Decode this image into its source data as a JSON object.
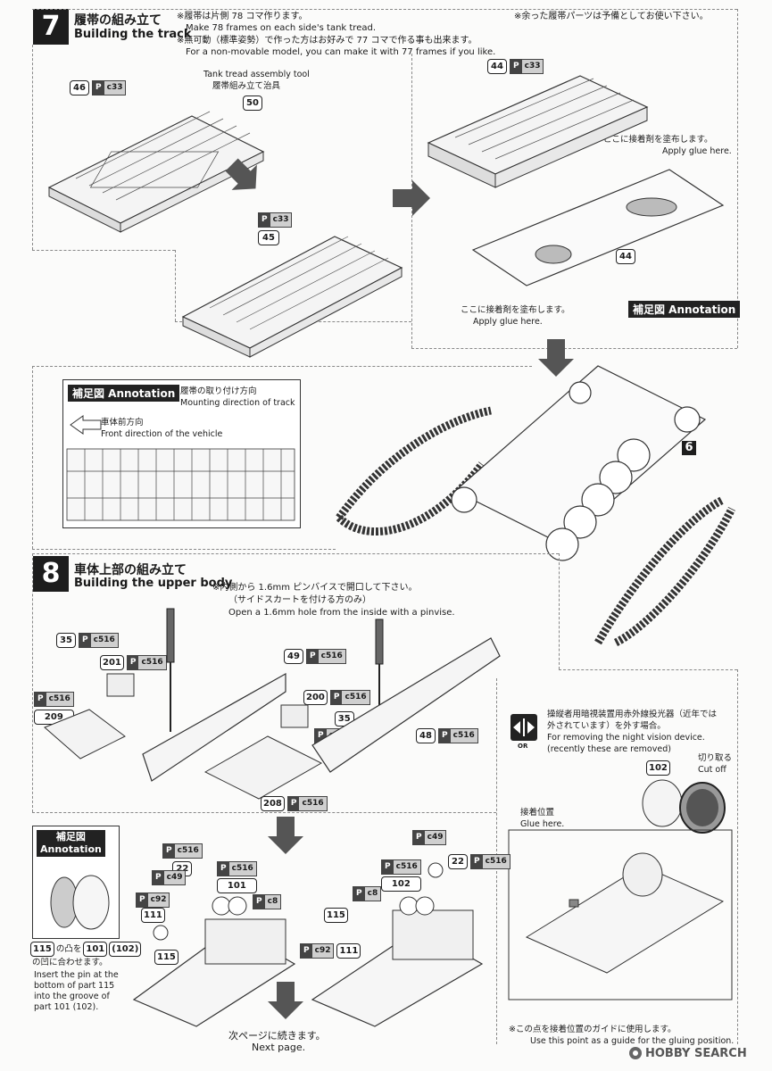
{
  "step7": {
    "number": "7",
    "title_ja": "履帯の組み立て",
    "title_en": "Building the track",
    "note1_ja": "※履帯は片側 78 コマ作ります。",
    "note1_en": "Make 78 frames on each side's tank tread.",
    "note2_ja": "※無可動（標準姿勢）で作った方はお好みで 77 コマで作る事も出来ます。",
    "note2_en": "For a non-movable model, you can make it with 77 frames if you like.",
    "note3_ja": "※余った履帯パーツは予備としてお使い下さい。",
    "tool_en": "Tank tread assembly tool",
    "tool_ja": "履帯組み立て治具",
    "tool_part": "50",
    "glue1_ja": "ここに接着剤を塗布します。",
    "glue1_en": "Apply glue here.",
    "glue2_ja": "ここに接着剤を塗布します。",
    "glue2_en": "Apply glue here.",
    "annotation_label": "補足図 Annotation",
    "mount_ja": "履帯の取り付け方向",
    "mount_en": "Mounting direction of track",
    "front_ja": "車体前方向",
    "front_en": "Front direction of the vehicle",
    "ref_step": "6",
    "parts": {
      "p46": "46",
      "p45": "45",
      "p44a": "44",
      "p44b": "44",
      "c33": "c33"
    }
  },
  "step8": {
    "number": "8",
    "title_ja": "車体上部の組み立て",
    "title_en": "Building the upper body",
    "note1_ja": "※内側から 1.6mm ピンバイスで開口して下さい。",
    "note2_ja": "（サイドスカートを付ける方のみ）",
    "note_en": "Open a 1.6mm hole from the inside with a pinvise.",
    "night_ja1": "操縦者用暗視装置用赤外線投光器（近年では",
    "night_ja2": "外されています）を外す場合。",
    "night_en1": "For removing the night vision device.",
    "night_en2": "(recently these are removed)",
    "or_label": "OR",
    "cutoff_ja": "切り取る",
    "cutoff_en": "Cut off",
    "glue_pos_ja": "接着位置",
    "glue_pos_en": "Glue here.",
    "guide_ja": "※この点を接着位置のガイドに使用します。",
    "guide_en": "Use this point as a guide for the gluing position.",
    "annotation_ja": "補足図",
    "annotation_en": "Annotation",
    "pin_ja1": "の凸を",
    "pin_ja2": "の凹に合わせます。",
    "pin_en": [
      "Insert the pin at the",
      "bottom of part 115",
      "into the groove of",
      "part 101 (102)."
    ],
    "next_ja": "次ページに続きます。",
    "next_en": "Next page.",
    "parts": {
      "p35a": "35",
      "p201": "201",
      "p209": "209",
      "p49": "49",
      "p200": "200",
      "p35b": "35",
      "p48": "48",
      "p208": "208",
      "p102a": "102",
      "p22a": "22",
      "p101a": "101",
      "p111a": "111",
      "p115a": "115",
      "p22b": "22",
      "p102b": "102",
      "p115b": "115",
      "p111b": "111",
      "p115n": "115",
      "p101n": "101",
      "p102n": "(102)"
    },
    "codes": {
      "c516": "c516",
      "c49": "c49",
      "c92": "c92",
      "c8": "c8"
    }
  },
  "watermark": "HOBBY SEARCH"
}
